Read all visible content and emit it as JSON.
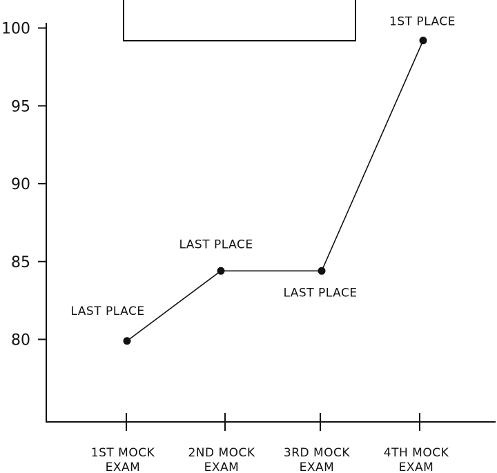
{
  "chart_data": {
    "type": "line",
    "categories": [
      "1ST MOCK\nEXAM",
      "2ND MOCK\nEXAM",
      "3RD MOCK\nEXAM",
      "4TH MOCK\nEXAM"
    ],
    "values": [
      79.9,
      84.4,
      84.4,
      99.2
    ],
    "annotations": [
      "LAST PLACE",
      "LAST PLACE",
      "LAST PLACE",
      "1ST PLACE"
    ],
    "yticks": [
      "80",
      "85",
      "90",
      "95",
      "100"
    ],
    "ylim": [
      74.7,
      101.8
    ],
    "grid": false,
    "colors": {
      "line": "#111111",
      "point": "#111111"
    }
  }
}
